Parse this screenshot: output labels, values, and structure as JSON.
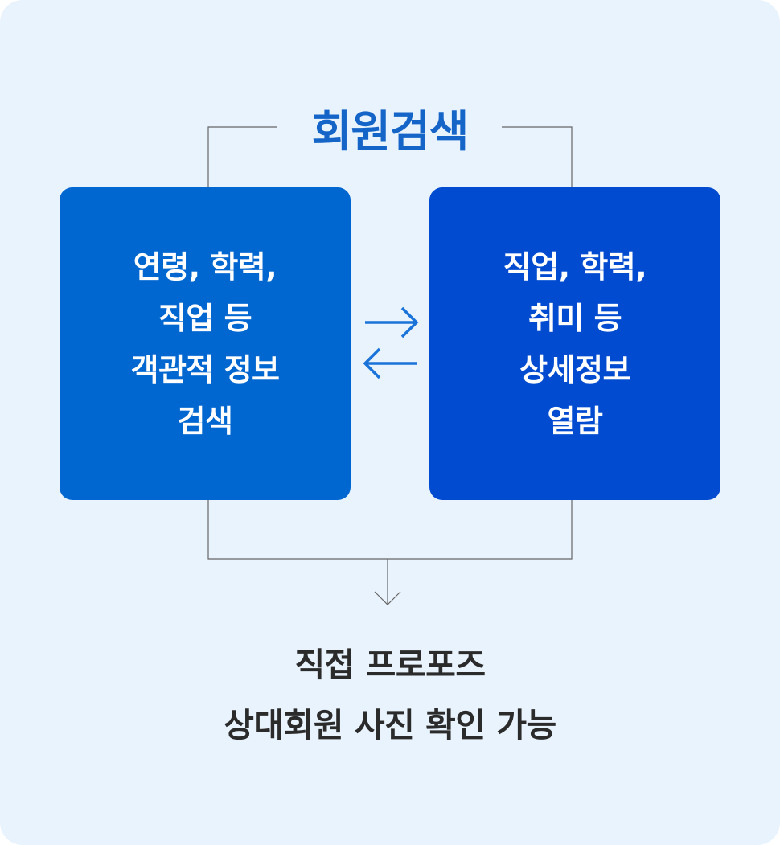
{
  "diagram": {
    "title": "회원검색",
    "left_box": {
      "lines": [
        "연령, 학력,",
        "직업 등",
        "객관적 정보",
        "검색"
      ]
    },
    "right_box": {
      "lines": [
        "직업, 학력,",
        "취미 등",
        "상세정보",
        "열람"
      ]
    },
    "result": {
      "lines": [
        "직접 프로포즈",
        "상대회원 사진 확인 가능"
      ]
    }
  },
  "colors": {
    "background": "#e9f3fd",
    "title": "#1565c8",
    "left_box": "#0067d0",
    "right_box": "#004bd0",
    "arrow": "#1a73d9",
    "connector": "#666666",
    "result_text": "#2b2b2b"
  },
  "icons": [
    "arrow-right-icon",
    "arrow-left-icon",
    "arrow-down-icon"
  ]
}
